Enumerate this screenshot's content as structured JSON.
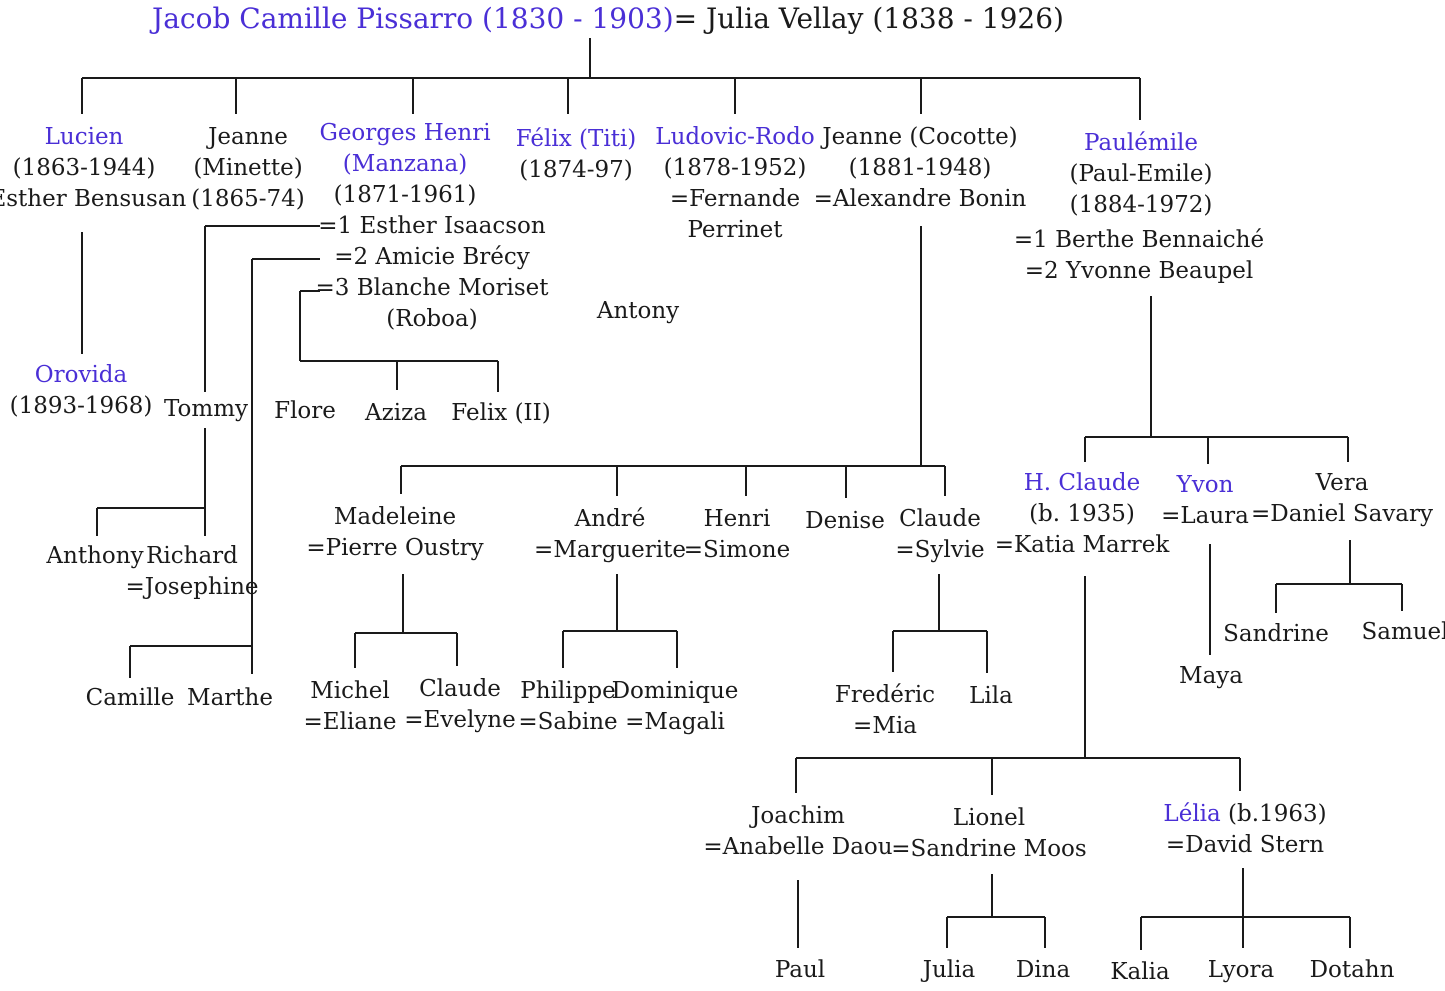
{
  "header": {
    "patriarch": "Jacob Camille Pissarro (1830 - 1903)",
    "spouse": "= Julia Vellay (1838 - 1926)"
  },
  "colors": {
    "highlight": "#4a2fd6",
    "text": "#1a1a1a",
    "line": "#1a1a1a"
  },
  "people": [
    {
      "id": "lucien",
      "lines": [
        {
          "t": "Lucien",
          "hl": true
        },
        {
          "t": "(1863-1944)"
        },
        {
          "t": "-Esther Bensusan"
        }
      ]
    },
    {
      "id": "jeanne-minette",
      "lines": [
        {
          "t": "Jeanne"
        },
        {
          "t": "(Minette)"
        },
        {
          "t": "(1865-74)"
        }
      ]
    },
    {
      "id": "georges-henri",
      "lines": [
        {
          "t": "Georges Henri",
          "hl": true
        },
        {
          "t": "(Manzana)",
          "hl": true
        },
        {
          "t": "(1871-1961)"
        }
      ]
    },
    {
      "id": "georges-spouses",
      "lines": [
        {
          "t": "=1 Esther Isaacson"
        },
        {
          "t": "=2 Amicie Brécy"
        },
        {
          "t": "=3 Blanche Moriset"
        },
        {
          "t": "(Roboa)"
        }
      ]
    },
    {
      "id": "felix-titi",
      "lines": [
        {
          "t": "Félix (Titi)",
          "hl": true
        },
        {
          "t": "(1874-97)"
        }
      ]
    },
    {
      "id": "ludovic-rodo",
      "lines": [
        {
          "t": "Ludovic-Rodo",
          "hl": true
        },
        {
          "t": "(1878-1952)"
        },
        {
          "t": "=Fernande"
        },
        {
          "t": "Perrinet"
        }
      ]
    },
    {
      "id": "jeanne-cocotte",
      "lines": [
        {
          "t": "Jeanne (Cocotte)"
        },
        {
          "t": "(1881-1948)"
        },
        {
          "t": "=Alexandre Bonin"
        }
      ]
    },
    {
      "id": "paulemile",
      "lines": [
        {
          "t": "Paulémile",
          "hl": true
        },
        {
          "t": "(Paul-Emile)"
        },
        {
          "t": "(1884-1972)"
        }
      ]
    },
    {
      "id": "paulemile-spouses",
      "lines": [
        {
          "t": "=1 Berthe Bennaiché"
        },
        {
          "t": "=2 Yvonne Beaupel"
        }
      ]
    },
    {
      "id": "antony",
      "lines": [
        {
          "t": "Antony"
        }
      ]
    },
    {
      "id": "orovida",
      "lines": [
        {
          "t": "Orovida",
          "hl": true
        },
        {
          "t": "(1893-1968)"
        }
      ]
    },
    {
      "id": "tommy",
      "lines": [
        {
          "t": "Tommy"
        }
      ]
    },
    {
      "id": "flore",
      "lines": [
        {
          "t": "Flore"
        }
      ]
    },
    {
      "id": "aziza",
      "lines": [
        {
          "t": "Aziza"
        }
      ]
    },
    {
      "id": "felix-ii",
      "lines": [
        {
          "t": "Felix (II)"
        }
      ]
    },
    {
      "id": "anthony",
      "lines": [
        {
          "t": "Anthony"
        }
      ]
    },
    {
      "id": "richard",
      "lines": [
        {
          "t": "Richard"
        },
        {
          "t": "=Josephine"
        }
      ]
    },
    {
      "id": "camille",
      "lines": [
        {
          "t": "Camille"
        }
      ]
    },
    {
      "id": "marthe",
      "lines": [
        {
          "t": "Marthe"
        }
      ]
    },
    {
      "id": "madeleine",
      "lines": [
        {
          "t": "Madeleine"
        },
        {
          "t": "=Pierre Oustry"
        }
      ]
    },
    {
      "id": "andre",
      "lines": [
        {
          "t": "André"
        },
        {
          "t": "=Marguerite"
        }
      ]
    },
    {
      "id": "henri",
      "lines": [
        {
          "t": "Henri"
        },
        {
          "t": "=Simone"
        }
      ]
    },
    {
      "id": "denise",
      "lines": [
        {
          "t": "Denise"
        }
      ]
    },
    {
      "id": "claude-sylvie",
      "lines": [
        {
          "t": "Claude"
        },
        {
          "t": "=Sylvie"
        }
      ]
    },
    {
      "id": "michel",
      "lines": [
        {
          "t": "Michel"
        },
        {
          "t": "=Eliane"
        }
      ]
    },
    {
      "id": "claude-evelyne",
      "lines": [
        {
          "t": "Claude"
        },
        {
          "t": "=Evelyne"
        }
      ]
    },
    {
      "id": "philippe",
      "lines": [
        {
          "t": "Philippe"
        },
        {
          "t": "=Sabine"
        }
      ]
    },
    {
      "id": "dominique",
      "lines": [
        {
          "t": "Dominique"
        },
        {
          "t": "=Magali"
        }
      ]
    },
    {
      "id": "frederic",
      "lines": [
        {
          "t": "Fredéric"
        },
        {
          "t": "=Mia"
        }
      ]
    },
    {
      "id": "lila",
      "lines": [
        {
          "t": "Lila"
        }
      ]
    },
    {
      "id": "h-claude",
      "lines": [
        {
          "t": "H. Claude",
          "hl": true
        },
        {
          "t": "(b. 1935)"
        },
        {
          "t": "=Katia Marrek"
        }
      ]
    },
    {
      "id": "yvon",
      "lines": [
        {
          "t": "Yvon",
          "hl": true
        },
        {
          "t": "=Laura"
        }
      ]
    },
    {
      "id": "vera",
      "lines": [
        {
          "t": "Vera"
        },
        {
          "t": "=Daniel Savary"
        }
      ]
    },
    {
      "id": "maya",
      "lines": [
        {
          "t": "Maya"
        }
      ]
    },
    {
      "id": "sandrine",
      "lines": [
        {
          "t": "Sandrine"
        }
      ]
    },
    {
      "id": "samuel",
      "lines": [
        {
          "t": "Samuel"
        }
      ]
    },
    {
      "id": "joachim",
      "lines": [
        {
          "t": "Joachim"
        },
        {
          "t": "=Anabelle Daou"
        }
      ]
    },
    {
      "id": "lionel",
      "lines": [
        {
          "t": "Lionel"
        },
        {
          "t": "=Sandrine Moos"
        }
      ]
    },
    {
      "id": "lelia",
      "lines": [
        {
          "t": "Lélia",
          "hl": true,
          "tail": " (b.1963)"
        },
        {
          "t": "=David Stern"
        }
      ]
    },
    {
      "id": "paul",
      "lines": [
        {
          "t": "Paul"
        }
      ]
    },
    {
      "id": "julia",
      "lines": [
        {
          "t": "Julia"
        }
      ]
    },
    {
      "id": "dina",
      "lines": [
        {
          "t": "Dina"
        }
      ]
    },
    {
      "id": "kalia",
      "lines": [
        {
          "t": "Kalia"
        }
      ]
    },
    {
      "id": "lyora",
      "lines": [
        {
          "t": "Lyora"
        }
      ]
    },
    {
      "id": "dotahn",
      "lines": [
        {
          "t": "Dotahn"
        }
      ]
    }
  ]
}
